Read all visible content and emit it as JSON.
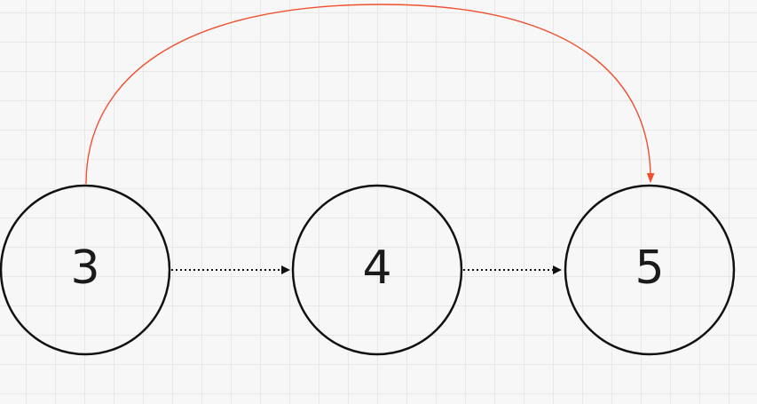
{
  "diagram": {
    "nodes": [
      {
        "id": "n3",
        "label": "3"
      },
      {
        "id": "n4",
        "label": "4"
      },
      {
        "id": "n5",
        "label": "5"
      }
    ],
    "edges": [
      {
        "from": "n3",
        "to": "n4",
        "style": "dotted"
      },
      {
        "from": "n4",
        "to": "n5",
        "style": "dotted"
      },
      {
        "from": "n3",
        "to": "n5",
        "style": "curved",
        "color": "#f0502e"
      }
    ],
    "colors": {
      "node_stroke": "#111111",
      "dotted_edge": "#111111",
      "curved_edge": "#f0502e",
      "background": "#f7f7f7",
      "grid": "#e8e8e8"
    }
  }
}
